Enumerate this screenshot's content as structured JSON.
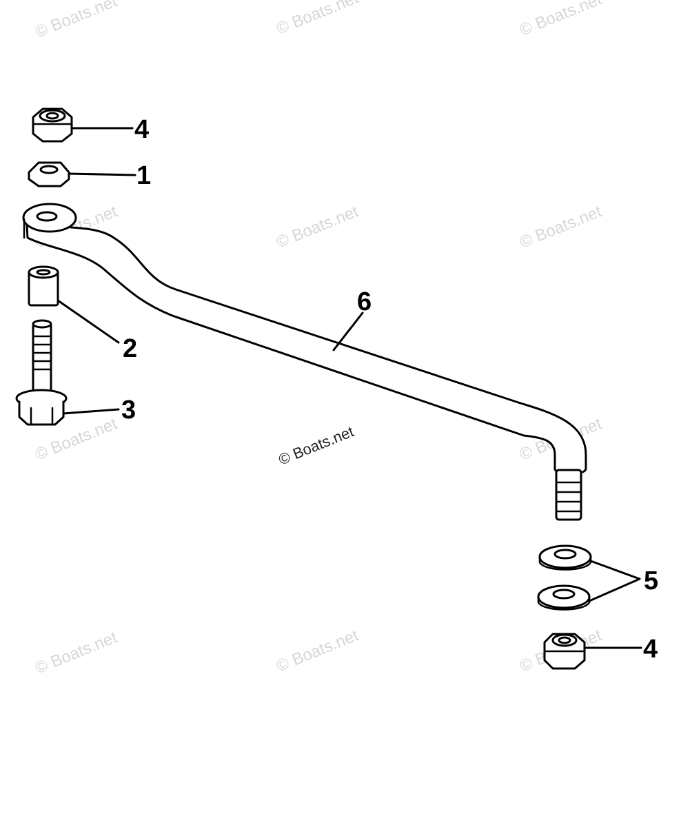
{
  "callouts": {
    "part_1": "1",
    "part_2": "2",
    "part_3": "3",
    "part_4_top": "4",
    "part_4_bottom": "4",
    "part_5": "5",
    "part_6": "6"
  },
  "watermark": {
    "text": "© Boats.net",
    "center_text": "© Boats.net"
  },
  "colors": {
    "line": "#000000",
    "watermark": "#d7d7d7",
    "background": "#ffffff"
  }
}
